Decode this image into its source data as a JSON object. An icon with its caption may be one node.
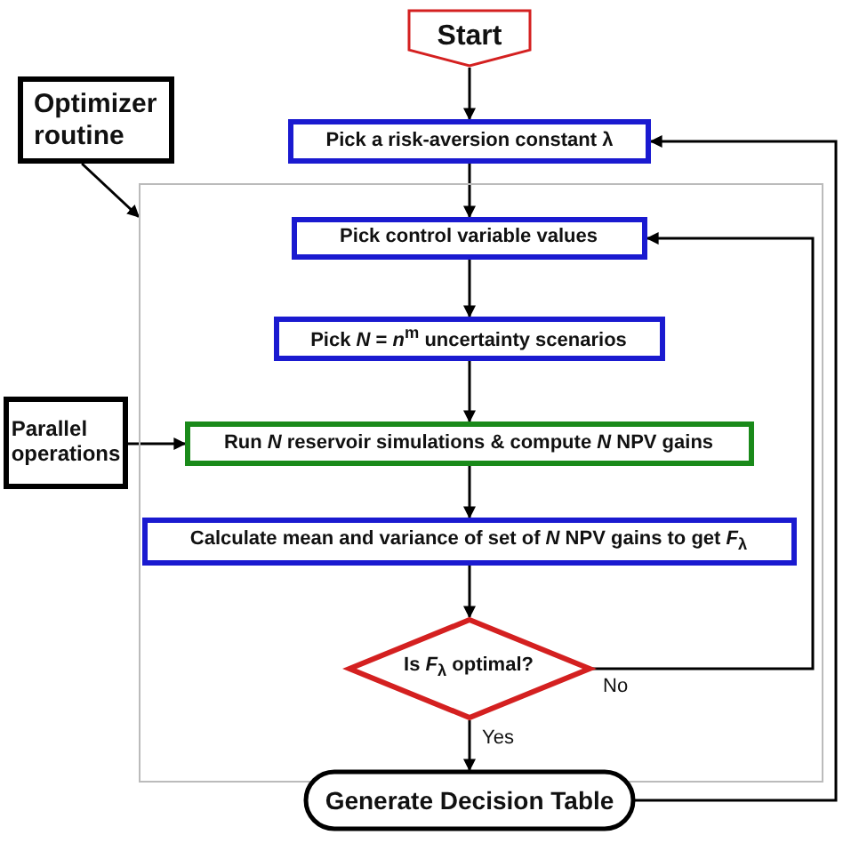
{
  "diagram": {
    "nodes": [
      {
        "text": [
          "Start"
        ]
      },
      {
        "text": [
          "Optimizer routine"
        ]
      },
      {
        "text": [
          "Pick a risk-aversion constant λ"
        ]
      },
      {
        "text": [],
        "shape": "box"
      },
      {
        "text": [
          "Pick control variable values"
        ],
        "in": 3
      },
      {
        "text": [
          "Pick *N* = *n*$^{m}$ uncertainty scenarios"
        ],
        "in": 3
      },
      {
        "text": [
          "Parallel operations"
        ]
      },
      {
        "text": [
          "Run *N* reservoir simulations & compute *N* NPV gains"
        ],
        "in": 3
      },
      {
        "text": [
          "Calculate mean and variance of set of *N* NPV gains to get *F*$_{λ}$"
        ],
        "in": 3
      },
      {
        "text": [
          "Is *F*$_{λ}$ optimal?"
        ],
        "in": 3
      },
      {
        "text": [
          "Generate Decision Table"
        ]
      }
    ],
    "edges": [
      {
        "from": 0,
        "to": 2,
        "arrow": "to"
      },
      {
        "from": 1,
        "to": 3,
        "arrow": "to"
      },
      {
        "from": 2,
        "to": 4,
        "arrow": "to"
      },
      {
        "from": 4,
        "to": 5,
        "arrow": "to"
      },
      {
        "from": 5,
        "to": 7,
        "arrow": "to"
      },
      {
        "from": 6,
        "to": 7,
        "arrow": "to"
      },
      {
        "from": 7,
        "to": 8,
        "arrow": "to"
      },
      {
        "from": 8,
        "to": 9,
        "arrow": "to"
      },
      {
        "from": 9,
        "to": 4,
        "label": "No",
        "arrow": "to"
      },
      {
        "from": 9,
        "to": 10,
        "label": "Yes",
        "arrow": "to"
      },
      {
        "from": 10,
        "to": 2,
        "arrow": "to"
      }
    ]
  }
}
